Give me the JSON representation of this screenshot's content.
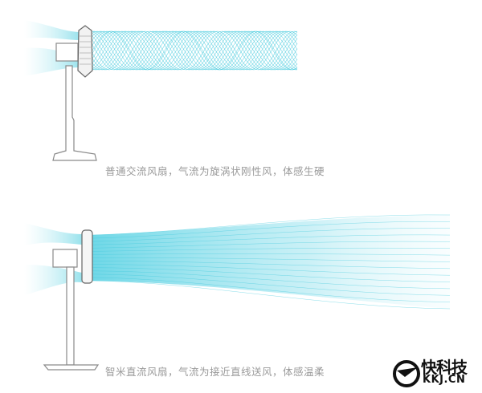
{
  "captions": {
    "ordinary_fan": "普通交流风扇，气流为旋涡状刚性风，体感生硬",
    "mi_fan": "智米直流风扇，气流为接近直线送风，体感温柔"
  },
  "watermark": {
    "name_cn": "快科技",
    "name_en": "KKJ.CN"
  },
  "colors": {
    "airflow": "#3cc8dc",
    "outline": "#8a8a8a",
    "caption": "#9a9a9a"
  }
}
